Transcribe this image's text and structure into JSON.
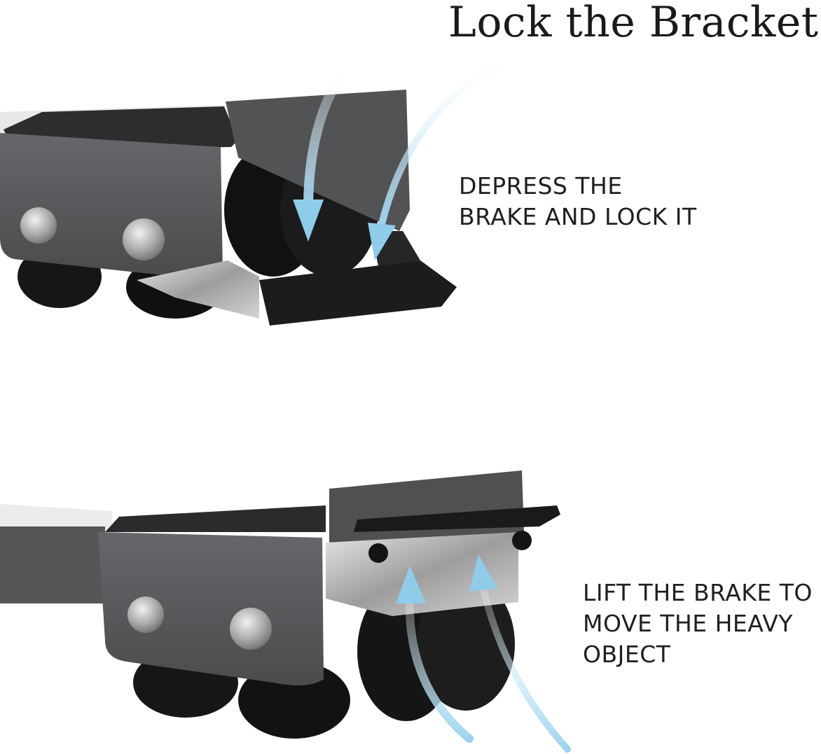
{
  "title": "Lock the Bracket",
  "steps": [
    {
      "lines": [
        "DEPRESS THE",
        "BRAKE AND LOCK IT"
      ]
    },
    {
      "lines": [
        "LIFT THE BRAKE TO",
        "MOVE THE HEAVY",
        "OBJECT"
      ]
    }
  ],
  "colors": {
    "frame": "#5a5b5d",
    "frame_dark": "#3e3f41",
    "wheel": "#141414",
    "steel": "#b9b9b9",
    "arrow": "#bfe1f3"
  }
}
